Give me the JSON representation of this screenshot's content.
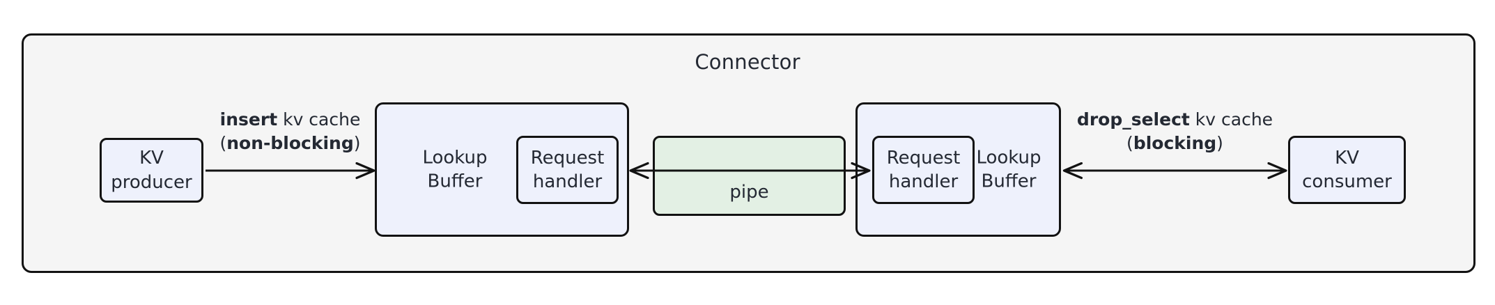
{
  "diagram": {
    "title": "Connector",
    "nodes": {
      "kv_producer": {
        "line1": "KV",
        "line2": "producer"
      },
      "lookup_buffer_left": {
        "line1": "Lookup",
        "line2": "Buffer"
      },
      "request_handler_left": {
        "line1": "Request",
        "line2": "handler"
      },
      "pipe": {
        "label": "pipe"
      },
      "request_handler_right": {
        "line1": "Request",
        "line2": "handler"
      },
      "lookup_buffer_right": {
        "line1": "Lookup",
        "line2": "Buffer"
      },
      "kv_consumer": {
        "line1": "KV",
        "line2": "consumer"
      }
    },
    "edges": {
      "insert": {
        "op": "insert",
        "object": " kv cache",
        "mode_open": "(",
        "mode": "non-blocking",
        "mode_close": ")",
        "direction": "right"
      },
      "drop_select": {
        "op": "drop_select",
        "object": " kv cache",
        "mode_open": "(",
        "mode": "blocking",
        "mode_close": ")",
        "direction": "bidirectional"
      }
    },
    "colors": {
      "frame_fill": "#f5f5f5",
      "node_blue": "#eef1fc",
      "node_green": "#e3f0e4",
      "stroke": "#121212",
      "text": "#242933"
    }
  }
}
